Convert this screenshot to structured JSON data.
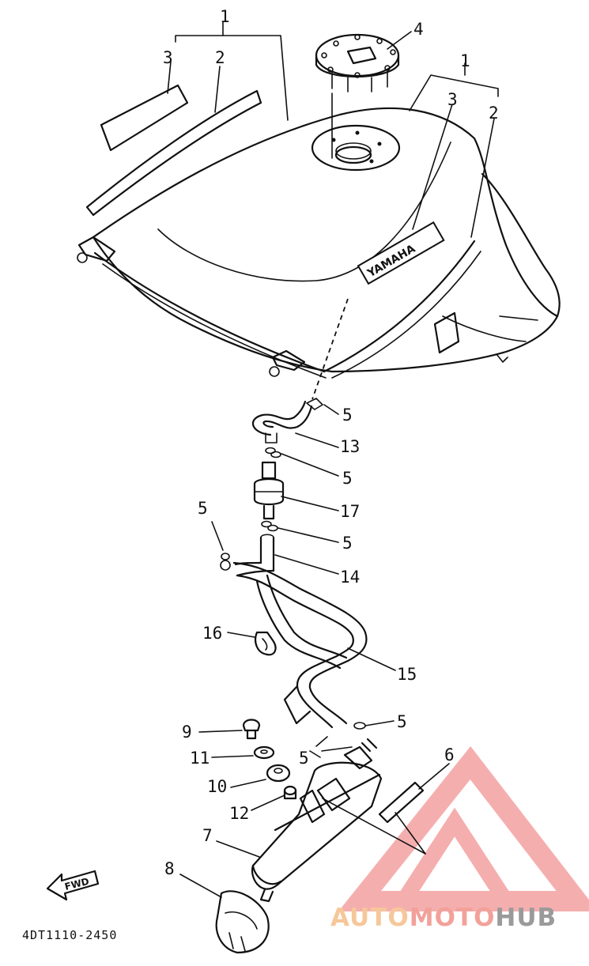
{
  "callouts": [
    {
      "id": "c1a",
      "text": "1"
    },
    {
      "id": "c3a",
      "text": "3"
    },
    {
      "id": "c2a",
      "text": "2"
    },
    {
      "id": "c4",
      "text": "4"
    },
    {
      "id": "c1b",
      "text": "1"
    },
    {
      "id": "c3b",
      "text": "3"
    },
    {
      "id": "c2b",
      "text": "2"
    },
    {
      "id": "c5a",
      "text": "5"
    },
    {
      "id": "c13",
      "text": "13"
    },
    {
      "id": "c5b",
      "text": "5"
    },
    {
      "id": "c17",
      "text": "17"
    },
    {
      "id": "c5c",
      "text": "5"
    },
    {
      "id": "c5d",
      "text": "5"
    },
    {
      "id": "c14",
      "text": "14"
    },
    {
      "id": "c16",
      "text": "16"
    },
    {
      "id": "c15",
      "text": "15"
    },
    {
      "id": "c9",
      "text": "9"
    },
    {
      "id": "c5e",
      "text": "5"
    },
    {
      "id": "c5f",
      "text": "5"
    },
    {
      "id": "c6",
      "text": "6"
    },
    {
      "id": "c11",
      "text": "11"
    },
    {
      "id": "c10",
      "text": "10"
    },
    {
      "id": "c12",
      "text": "12"
    },
    {
      "id": "c7",
      "text": "7"
    },
    {
      "id": "c8",
      "text": "8"
    }
  ],
  "diagram_code": "4DT1110-2450",
  "fwd_label": "FWD",
  "tank_emblem": "YAMAHA",
  "watermark": {
    "part1": "AUTO",
    "part2": "MOTO",
    "part3": "HUB",
    "color1": "#f6c79a",
    "color2": "#f2a19a",
    "color3": "#9a9a9a",
    "logo_color": "#f4a0a0"
  },
  "line_color": "#111111"
}
